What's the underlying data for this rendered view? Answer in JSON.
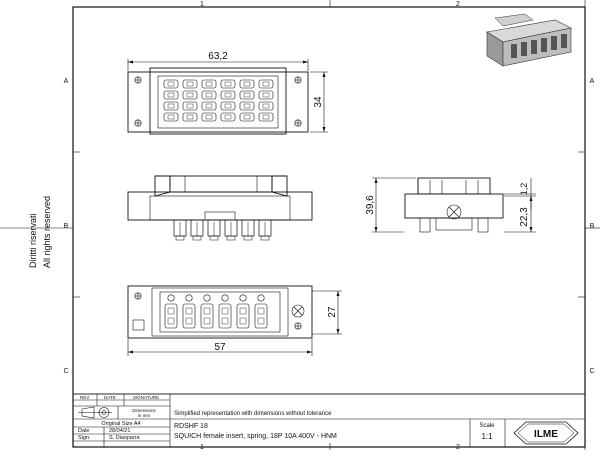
{
  "frame": {
    "col_labels": [
      "1",
      "2"
    ],
    "row_labels": [
      "A",
      "B",
      "C"
    ]
  },
  "side_notes": {
    "rights": "All rights reserved",
    "rights_it": "Diritti riservati"
  },
  "dimensions": {
    "top_width": "63,2",
    "top_height": "34",
    "front_height": "39,6",
    "side_small": "1,2",
    "side_height": "22,3",
    "bottom_height": "27",
    "bottom_width": "57"
  },
  "title_block": {
    "rev_header": [
      "REV.",
      "DATE",
      "SIGNATURE"
    ],
    "dimensions_label": "Dimensions",
    "dimensions_unit": "in mm",
    "note": "Simplified representation with dimensions without tolerance",
    "original_size": "Original Size A4",
    "date_label": "Date",
    "date_value": "28/04/21",
    "sign_label": "Sign.",
    "sign_value": "S. Diasparra",
    "code": "RDSHF 18",
    "description": "SQUICH female insert, spring, 18P 10A 400V - HNM",
    "scale_label": "Scale",
    "scale_value": "1:1",
    "logo_text": "ILME"
  }
}
